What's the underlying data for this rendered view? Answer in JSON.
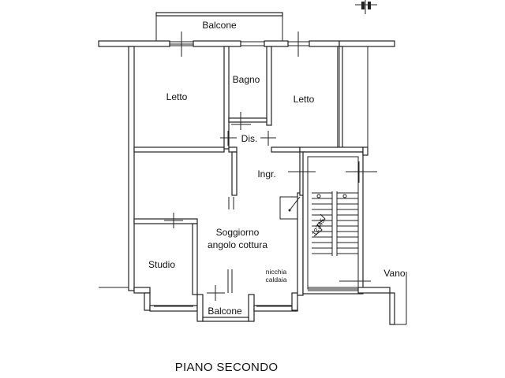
{
  "plan": {
    "rooms": {
      "balcone_top": "Balcone",
      "letto_left": "Letto",
      "bagno": "Bagno",
      "letto_right": "Letto",
      "dis": "Dis.",
      "ingr": "Ingr.",
      "soggiorno_line1": "Soggiorno",
      "soggiorno_line2": "angolo cottura",
      "studio": "Studio",
      "nicchia_line1": "nicchia",
      "nicchia_line2": "caldaia",
      "balcone_bottom": "Balcone",
      "vano": "Vano"
    },
    "caption": "PIANO SECONDO",
    "stair_note": "12345"
  }
}
